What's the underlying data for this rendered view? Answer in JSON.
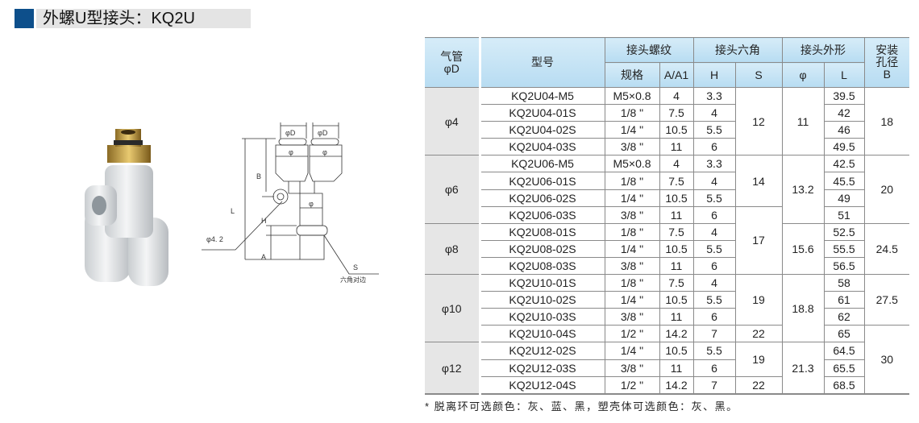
{
  "title": "外螺U型接头：KQ2U",
  "drawing": {
    "phiD_left": "φD",
    "phiD_right": "φD",
    "phi": "φ",
    "B": "B",
    "L": "L",
    "H": "H",
    "A": "A",
    "S": "S",
    "hole": "φ4. 2",
    "hex_label": "六角对边"
  },
  "table": {
    "headers": {
      "tube": "气管\nφD",
      "model": "型号",
      "thread": "接头螺纹",
      "thread_spec": "规格",
      "thread_a": "A/A1",
      "hex": "接头六角",
      "hex_h": "H",
      "hex_s": "S",
      "outline": "接头外形",
      "outline_phi": "φ",
      "outline_l": "L",
      "mount": "安装\n孔径\nB"
    },
    "groups": [
      {
        "tube": "φ4",
        "phi": "11",
        "rows": [
          {
            "model": "KQ2U04-M5",
            "spec": "M5×0.8",
            "a": "4",
            "h": "3.3",
            "l": "39.5"
          },
          {
            "model": "KQ2U04-01S",
            "spec": "1/8 \"",
            "a": "7.5",
            "h": "4",
            "l": "42"
          },
          {
            "model": "KQ2U04-02S",
            "spec": "1/4 \"",
            "a": "10.5",
            "h": "5.5",
            "l": "46"
          },
          {
            "model": "KQ2U04-03S",
            "spec": "3/8 \"",
            "a": "11",
            "h": "6",
            "l": "49.5"
          }
        ]
      },
      {
        "tube": "φ6",
        "phi": "13.2",
        "rows": [
          {
            "model": "KQ2U06-M5",
            "spec": "M5×0.8",
            "a": "4",
            "h": "3.3",
            "l": "42.5"
          },
          {
            "model": "KQ2U06-01S",
            "spec": "1/8 \"",
            "a": "7.5",
            "h": "4",
            "l": "45.5"
          },
          {
            "model": "KQ2U06-02S",
            "spec": "1/4 \"",
            "a": "10.5",
            "h": "5.5",
            "l": "49"
          },
          {
            "model": "KQ2U06-03S",
            "spec": "3/8 \"",
            "a": "11",
            "h": "6",
            "l": "51"
          }
        ]
      },
      {
        "tube": "φ8",
        "phi": "15.6",
        "rows": [
          {
            "model": "KQ2U08-01S",
            "spec": "1/8 \"",
            "a": "7.5",
            "h": "4",
            "l": "52.5"
          },
          {
            "model": "KQ2U08-02S",
            "spec": "1/4 \"",
            "a": "10.5",
            "h": "5.5",
            "l": "55.5"
          },
          {
            "model": "KQ2U08-03S",
            "spec": "3/8 \"",
            "a": "11",
            "h": "6",
            "l": "56.5"
          }
        ]
      },
      {
        "tube": "φ10",
        "phi": "18.8",
        "rows": [
          {
            "model": "KQ2U10-01S",
            "spec": "1/8 \"",
            "a": "7.5",
            "h": "4",
            "l": "58"
          },
          {
            "model": "KQ2U10-02S",
            "spec": "1/4 \"",
            "a": "10.5",
            "h": "5.5",
            "l": "61"
          },
          {
            "model": "KQ2U10-03S",
            "spec": "3/8 \"",
            "a": "11",
            "h": "6",
            "l": "62"
          },
          {
            "model": "KQ2U10-04S",
            "spec": "1/2 \"",
            "a": "14.2",
            "h": "7",
            "l": "65"
          }
        ]
      },
      {
        "tube": "φ12",
        "phi": "21.3",
        "rows": [
          {
            "model": "KQ2U12-02S",
            "spec": "1/4 \"",
            "a": "10.5",
            "h": "5.5",
            "l": "64.5"
          },
          {
            "model": "KQ2U12-03S",
            "spec": "3/8 \"",
            "a": "11",
            "h": "6",
            "l": "65.5"
          },
          {
            "model": "KQ2U12-04S",
            "spec": "1/2 \"",
            "a": "14.2",
            "h": "7",
            "l": "68.5"
          }
        ]
      }
    ],
    "s_spans": [
      {
        "value": "12",
        "rows": 4
      },
      {
        "value": "14",
        "rows": 3
      },
      {
        "value": "17",
        "rows": 4
      },
      {
        "value": "19",
        "rows": 3
      },
      {
        "value": "22",
        "rows": 1
      },
      {
        "value": "19",
        "rows": 2
      },
      {
        "value": "22",
        "rows": 1
      }
    ],
    "b_spans": [
      {
        "value": "18",
        "rows": 4
      },
      {
        "value": "20",
        "rows": 4
      },
      {
        "value": "24.5",
        "rows": 3
      },
      {
        "value": "27.5",
        "rows": 3
      },
      {
        "value": "30",
        "rows": 4
      }
    ]
  },
  "note": "* 脱离环可选颜色：灰、蓝、黑，塑壳体可选颜色：灰、黑。"
}
